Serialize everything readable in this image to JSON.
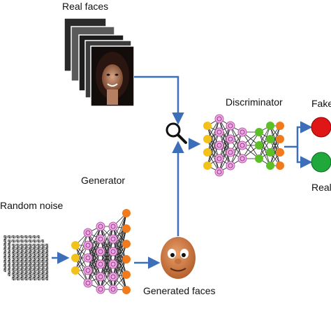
{
  "labels": {
    "real_faces": "Real faces",
    "discriminator": "Discriminator",
    "fake": "Fake",
    "real": "Real",
    "generator": "Generator",
    "random_noise": "Random noise",
    "generated_faces": "Generated faces"
  },
  "colors": {
    "arrow": "#3d6fb8",
    "node_yellow": "#f2c21b",
    "node_pink": "#f2a6e6",
    "node_green": "#5cbf25",
    "node_orange": "#f07a1c",
    "output_fake": "#e01616",
    "output_real": "#20a83a",
    "edge": "#222222"
  },
  "icons": {
    "search": "magnifier-icon",
    "face": "cartoon-face-icon"
  }
}
